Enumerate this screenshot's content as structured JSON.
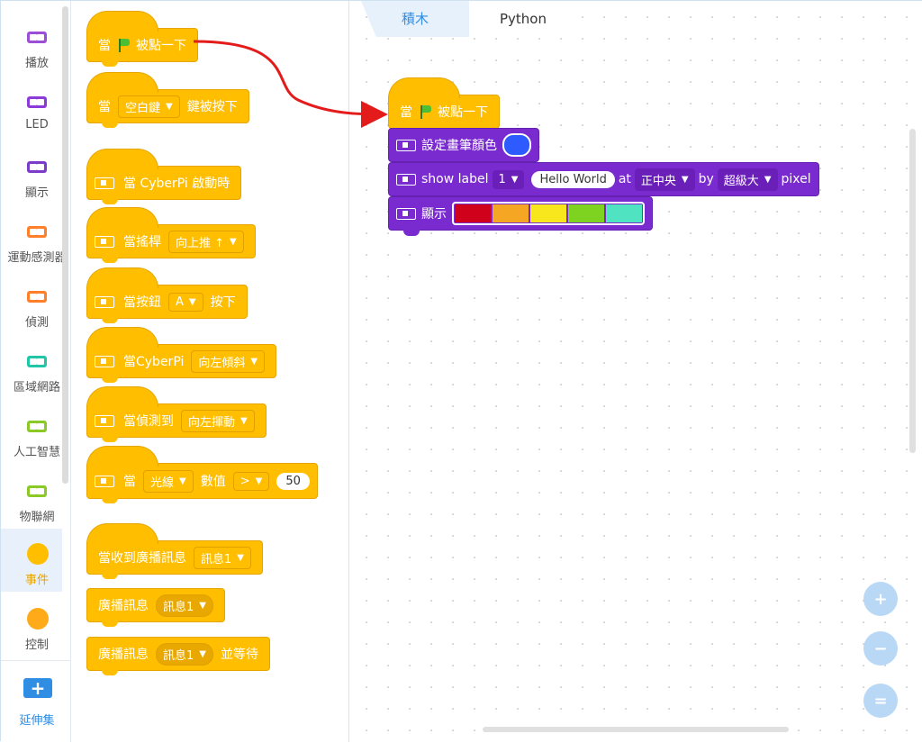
{
  "categories": [
    {
      "label": "播放",
      "color": "#9b4fd6",
      "kind": "device"
    },
    {
      "label": "LED",
      "color": "#8b3bd8",
      "kind": "device"
    },
    {
      "label": "顯示",
      "color": "#7a3cc9",
      "kind": "device"
    },
    {
      "label": "運動感測器",
      "color": "#ff7f2a",
      "kind": "device"
    },
    {
      "label": "偵測",
      "color": "#ff7f2a",
      "kind": "device"
    },
    {
      "label": "區域網路",
      "color": "#21c6a8",
      "kind": "device"
    },
    {
      "label": "人工智慧",
      "color": "#8ac926",
      "kind": "device"
    },
    {
      "label": "物聯網",
      "color": "#8ac926",
      "kind": "device"
    },
    {
      "label": "事件",
      "color": "#ffbf00",
      "kind": "dot",
      "active": true
    },
    {
      "label": "控制",
      "color": "#ffab19",
      "kind": "dot"
    }
  ],
  "extension": {
    "plus": "+",
    "label": "延伸集"
  },
  "palette": {
    "b1": {
      "when": "當",
      "text": "被點一下"
    },
    "b2": {
      "when": "當",
      "key": "空白鍵",
      "text": "鍵被按下"
    },
    "b3": {
      "text": "當 CyberPi 啟動時"
    },
    "b4": {
      "text": "當搖桿",
      "dir": "向上推 ↑"
    },
    "b5": {
      "text": "當按鈕",
      "btn": "A",
      "suffix": "按下"
    },
    "b6": {
      "text": "當CyberPi",
      "tilt": "向左傾斜"
    },
    "b7": {
      "text": "當偵測到",
      "wave": "向左揮動"
    },
    "b8": {
      "when": "當",
      "sensor": "光線",
      "mid": "數值",
      "op": ">",
      "value": "50"
    },
    "b9": {
      "text": "當收到廣播訊息",
      "msg": "訊息1"
    },
    "b10": {
      "text": "廣播訊息",
      "msg": "訊息1"
    },
    "b11": {
      "text": "廣播訊息",
      "msg": "訊息1",
      "suffix": "並等待"
    }
  },
  "tabs": {
    "blocks": "積木",
    "python": "Python"
  },
  "script": {
    "hat": {
      "when": "當",
      "text": "被點一下"
    },
    "pen": {
      "text": "設定畫筆顏色"
    },
    "label": {
      "show": "show label",
      "n": "1",
      "str": "Hello World",
      "at": "at",
      "pos": "正中央",
      "by": "by",
      "size": "超級大",
      "pixel": "pixel"
    },
    "show": {
      "text": "顯示",
      "colors": [
        "#d0021b",
        "#f5a623",
        "#f8e71c",
        "#7ed321",
        "#50e3c2"
      ]
    }
  },
  "zoom": {
    "in": "+",
    "out": "−",
    "reset": "="
  }
}
